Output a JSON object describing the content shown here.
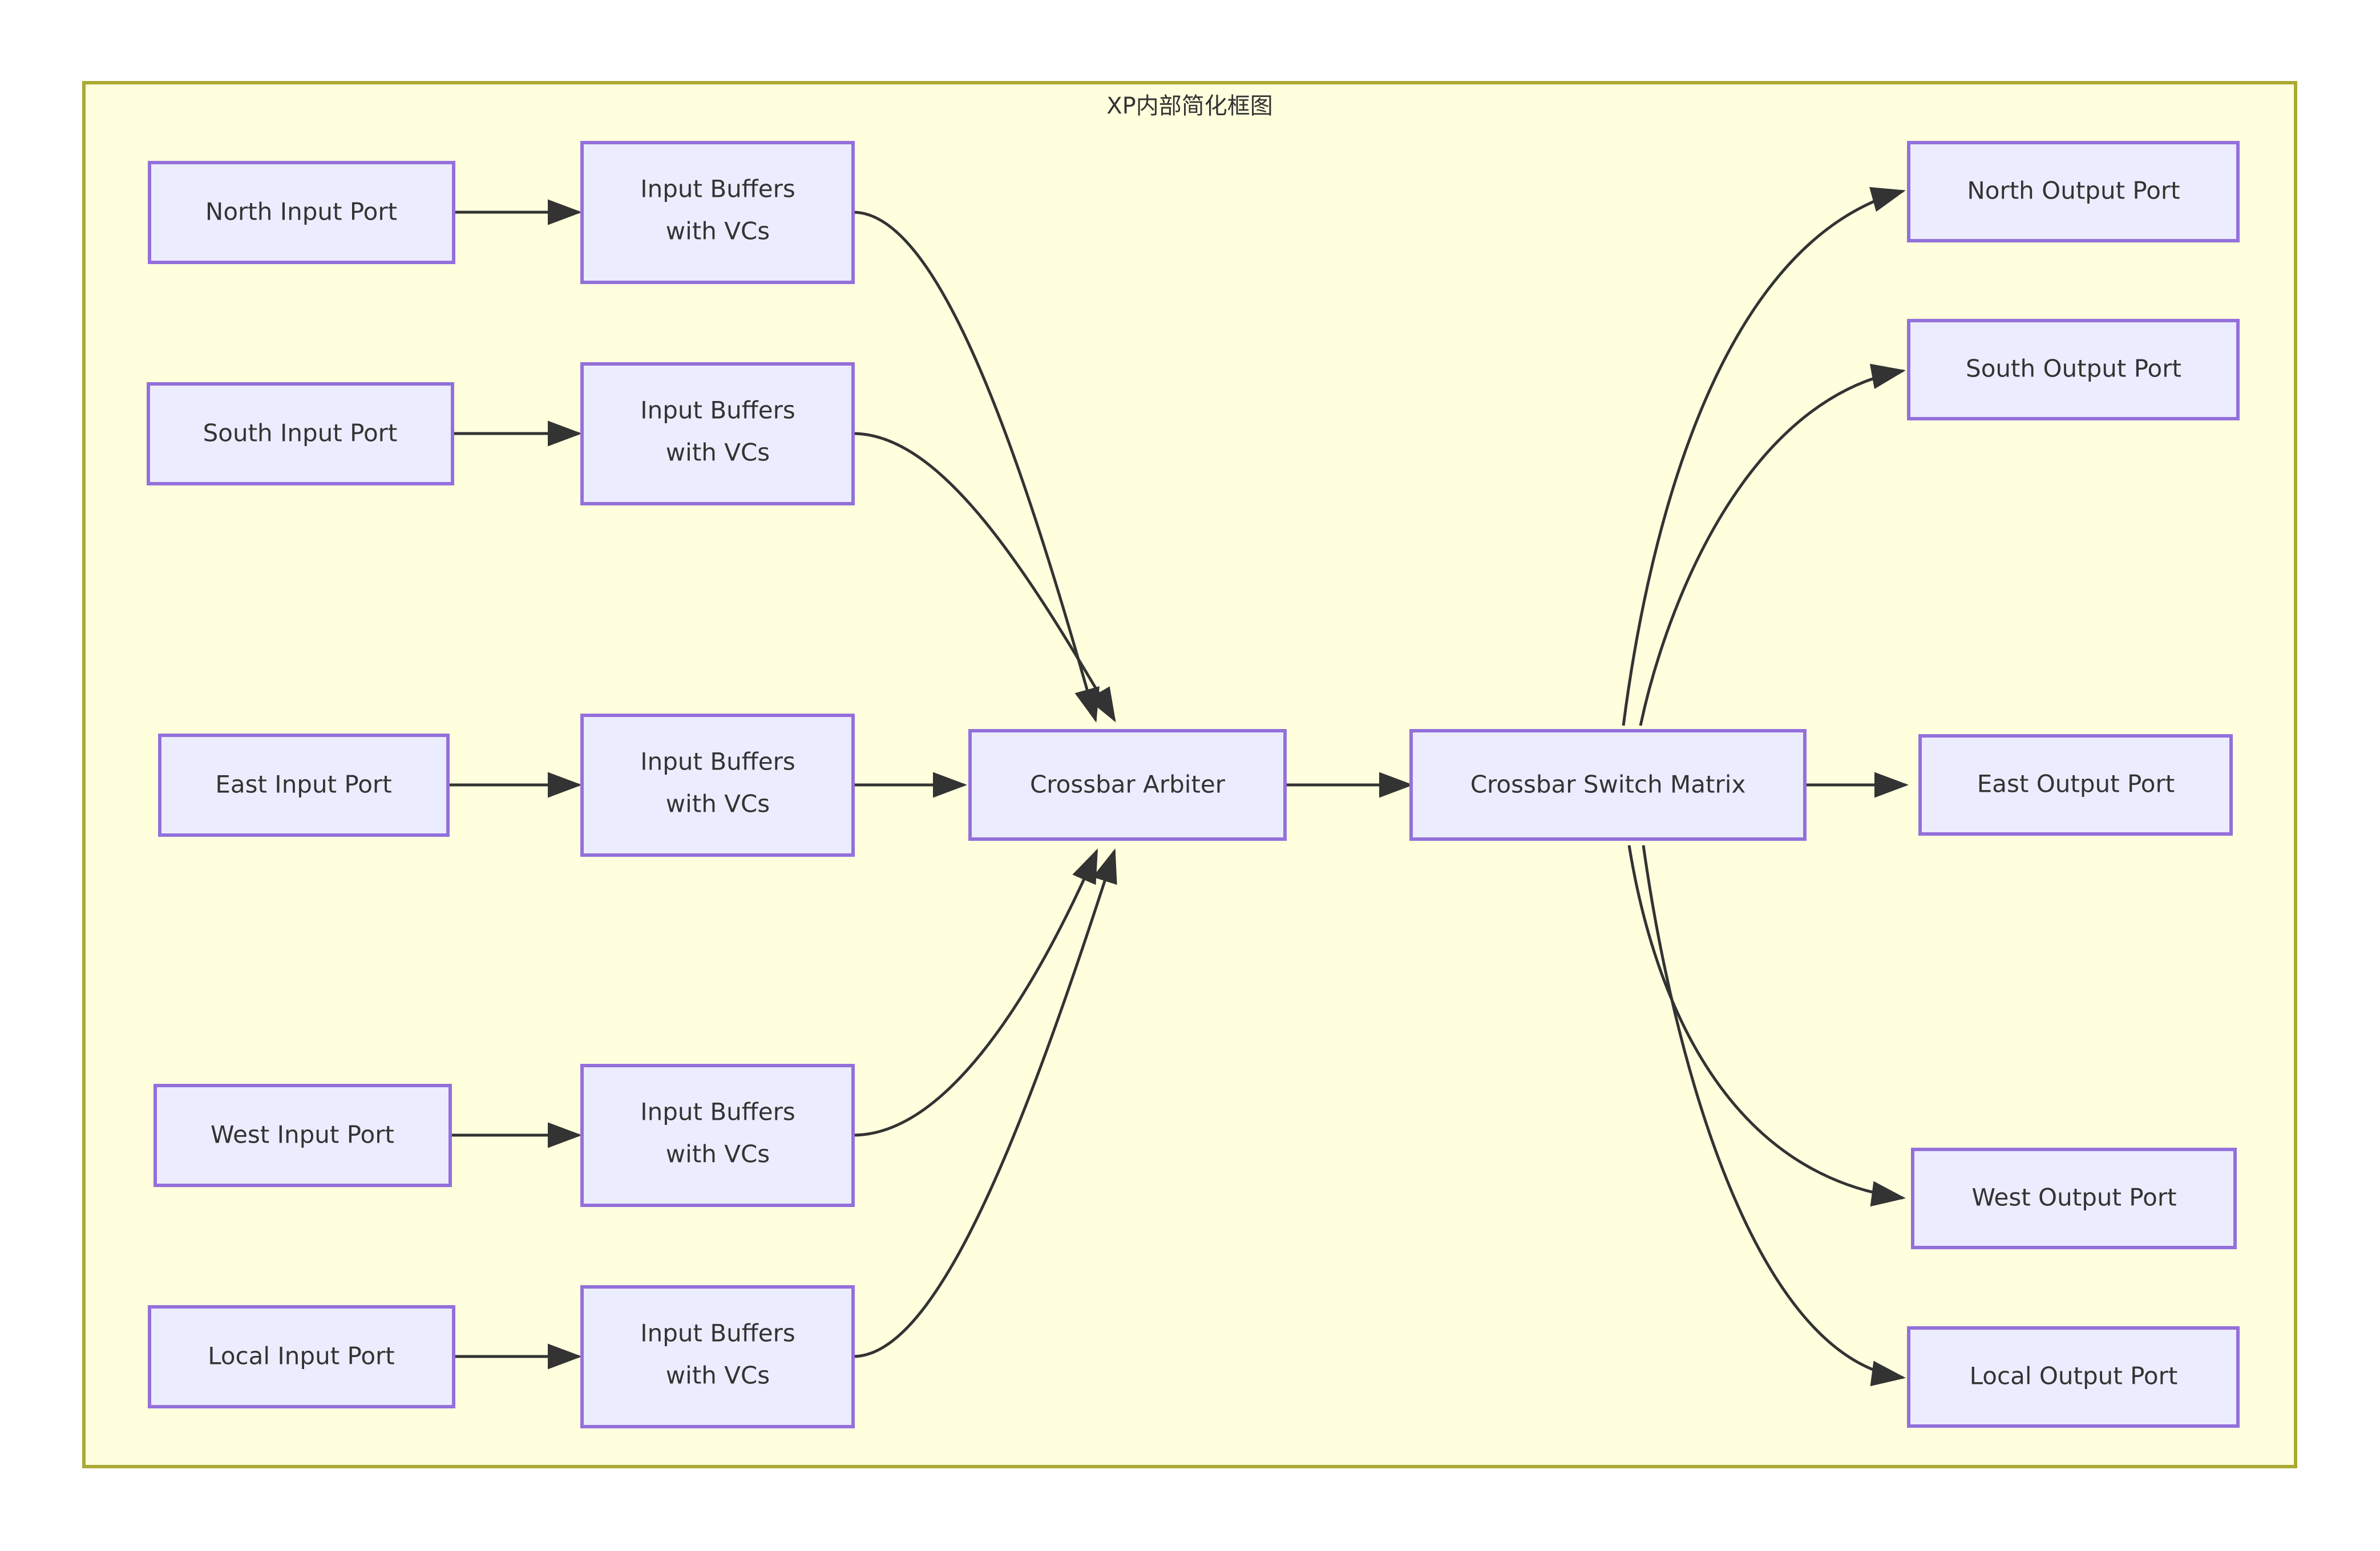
{
  "diagram": {
    "title": "XP内部简化框图",
    "colors": {
      "cluster_fill": "#ffffde",
      "cluster_stroke": "#aaaa33",
      "node_fill": "#ececff",
      "node_stroke": "#9370db",
      "edge_stroke": "#333333",
      "text": "#333333"
    },
    "input_ports": [
      {
        "label": "North Input Port"
      },
      {
        "label": "South Input Port"
      },
      {
        "label": "East Input Port"
      },
      {
        "label": "West Input Port"
      },
      {
        "label": "Local Input Port"
      }
    ],
    "buffers": [
      {
        "line1": "Input Buffers",
        "line2": "with VCs"
      },
      {
        "line1": "Input Buffers",
        "line2": "with VCs"
      },
      {
        "line1": "Input Buffers",
        "line2": "with VCs"
      },
      {
        "line1": "Input Buffers",
        "line2": "with VCs"
      },
      {
        "line1": "Input Buffers",
        "line2": "with VCs"
      }
    ],
    "core": {
      "arbiter": "Crossbar Arbiter",
      "switch_matrix": "Crossbar Switch Matrix"
    },
    "output_ports": [
      {
        "label": "North Output Port"
      },
      {
        "label": "South Output Port"
      },
      {
        "label": "East Output Port"
      },
      {
        "label": "West Output Port"
      },
      {
        "label": "Local Output Port"
      }
    ],
    "edges": [
      {
        "from": "North Input Port",
        "to": "Input Buffers with VCs"
      },
      {
        "from": "South Input Port",
        "to": "Input Buffers with VCs"
      },
      {
        "from": "East Input Port",
        "to": "Input Buffers with VCs"
      },
      {
        "from": "West Input Port",
        "to": "Input Buffers with VCs"
      },
      {
        "from": "Local Input Port",
        "to": "Input Buffers with VCs"
      },
      {
        "from": "Input Buffers with VCs",
        "to": "Crossbar Arbiter"
      },
      {
        "from": "Input Buffers with VCs",
        "to": "Crossbar Arbiter"
      },
      {
        "from": "Input Buffers with VCs",
        "to": "Crossbar Arbiter"
      },
      {
        "from": "Input Buffers with VCs",
        "to": "Crossbar Arbiter"
      },
      {
        "from": "Input Buffers with VCs",
        "to": "Crossbar Arbiter"
      },
      {
        "from": "Crossbar Arbiter",
        "to": "Crossbar Switch Matrix"
      },
      {
        "from": "Crossbar Switch Matrix",
        "to": "North Output Port"
      },
      {
        "from": "Crossbar Switch Matrix",
        "to": "South Output Port"
      },
      {
        "from": "Crossbar Switch Matrix",
        "to": "East Output Port"
      },
      {
        "from": "Crossbar Switch Matrix",
        "to": "West Output Port"
      },
      {
        "from": "Crossbar Switch Matrix",
        "to": "Local Output Port"
      }
    ]
  }
}
